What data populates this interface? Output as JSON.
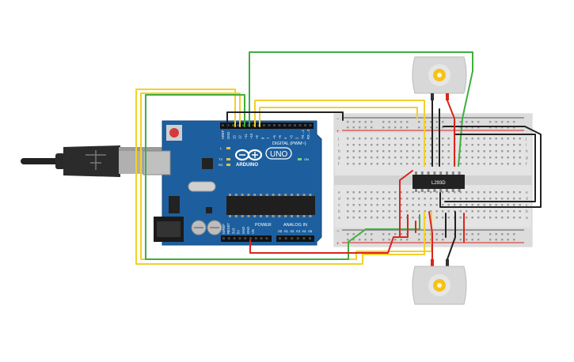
{
  "board": {
    "brand": "ARDUINO",
    "model": "UNO",
    "digital_header": "DIGITAL (PWM~)",
    "power_header": "POWER",
    "analog_header": "ANALOG IN",
    "led_labels": [
      "L",
      "TX",
      "RX"
    ],
    "digital_pins": [
      "AREF",
      "GND",
      "13",
      "12",
      "~11",
      "~10",
      "~9",
      "8",
      "7",
      "~6",
      "~5",
      "4",
      "~3",
      "2",
      "TX→1",
      "RX←0"
    ],
    "power_pins": [
      "IOREF",
      "RESET",
      "3V3",
      "5V",
      "GND",
      "GND",
      "Vin"
    ],
    "analog_pins": [
      "A0",
      "A1",
      "A2",
      "A3",
      "A4",
      "A5"
    ],
    "on_label": "ON"
  },
  "chip": {
    "label": "L293D"
  },
  "breadboard": {
    "row_letters_top": [
      "j",
      "i",
      "h",
      "g",
      "f"
    ],
    "row_letters_bottom": [
      "e",
      "d",
      "c",
      "b",
      "a"
    ],
    "rail_minus": "−",
    "rail_plus": "+"
  },
  "colors": {
    "board": "#1d5f9e",
    "wire_yellow": "#f2d02d",
    "wire_green": "#3fae3f",
    "wire_red": "#d9251c",
    "wire_black": "#222222",
    "breadboard": "#e4e4e4",
    "motor": "#d8d8d8"
  },
  "icons": [
    "usb-cable-icon",
    "motor-icon",
    "gear-icon",
    "chip-icon",
    "arduino-logo-icon"
  ]
}
